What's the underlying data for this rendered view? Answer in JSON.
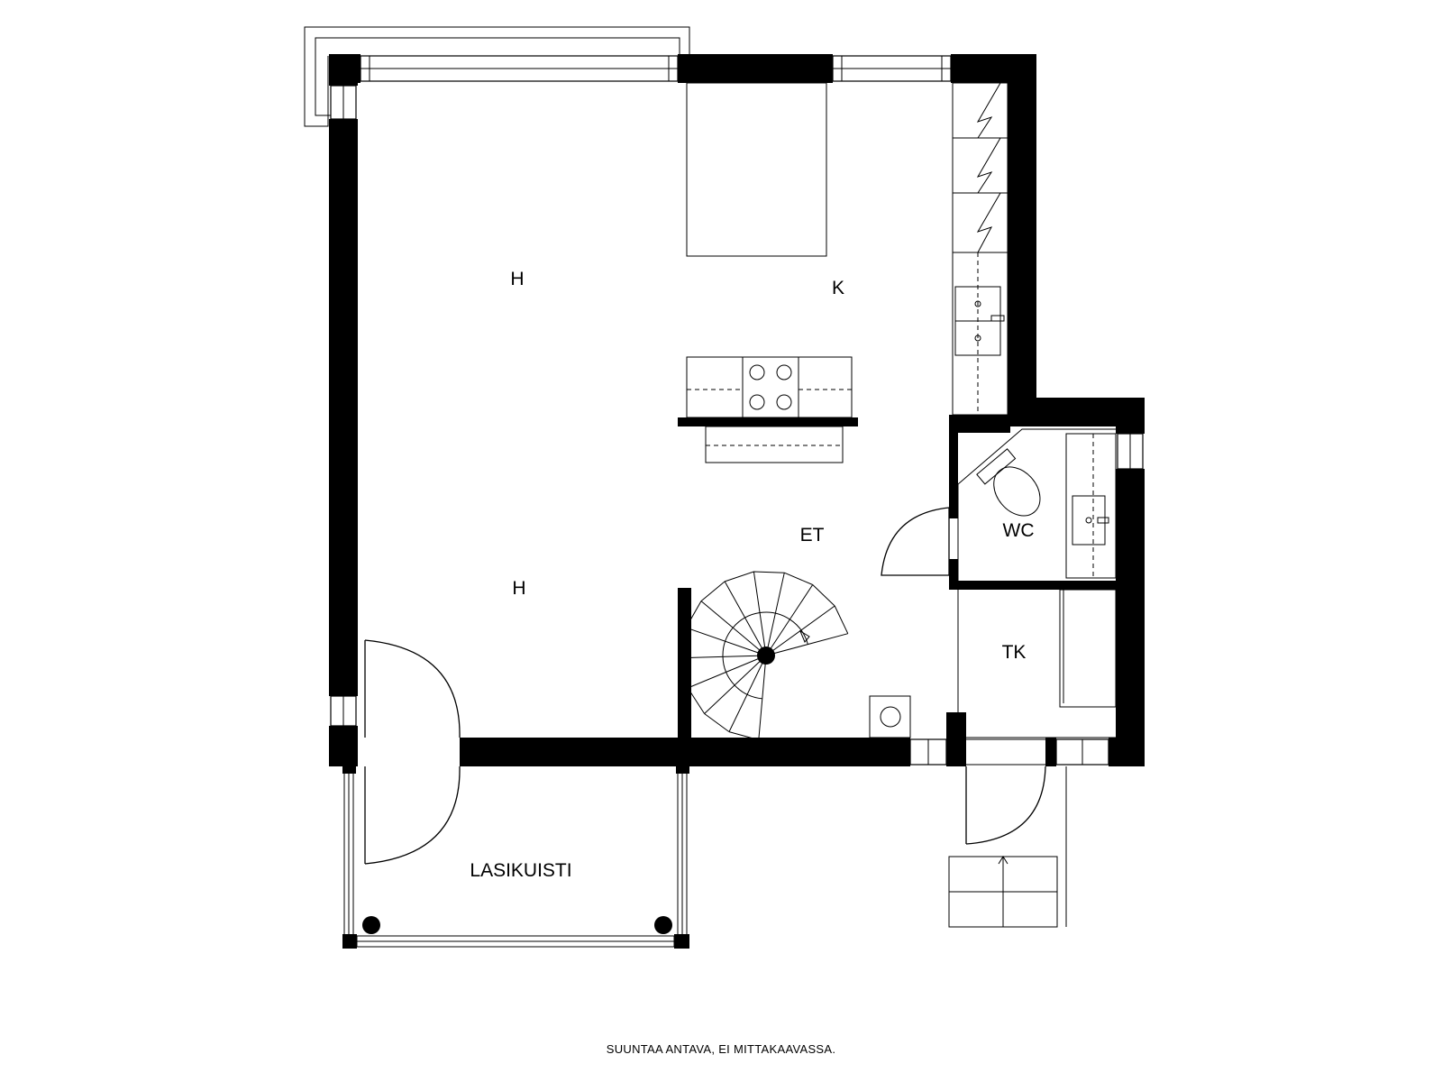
{
  "rooms": {
    "living_upper": "H",
    "kitchen": "K",
    "hall": "ET",
    "wc": "WC",
    "living_lower": "H",
    "utility": "TK",
    "porch": "LASIKUISTI"
  },
  "note": "SUUNTAA ANTAVA, EI MITTAKAAVASSA."
}
